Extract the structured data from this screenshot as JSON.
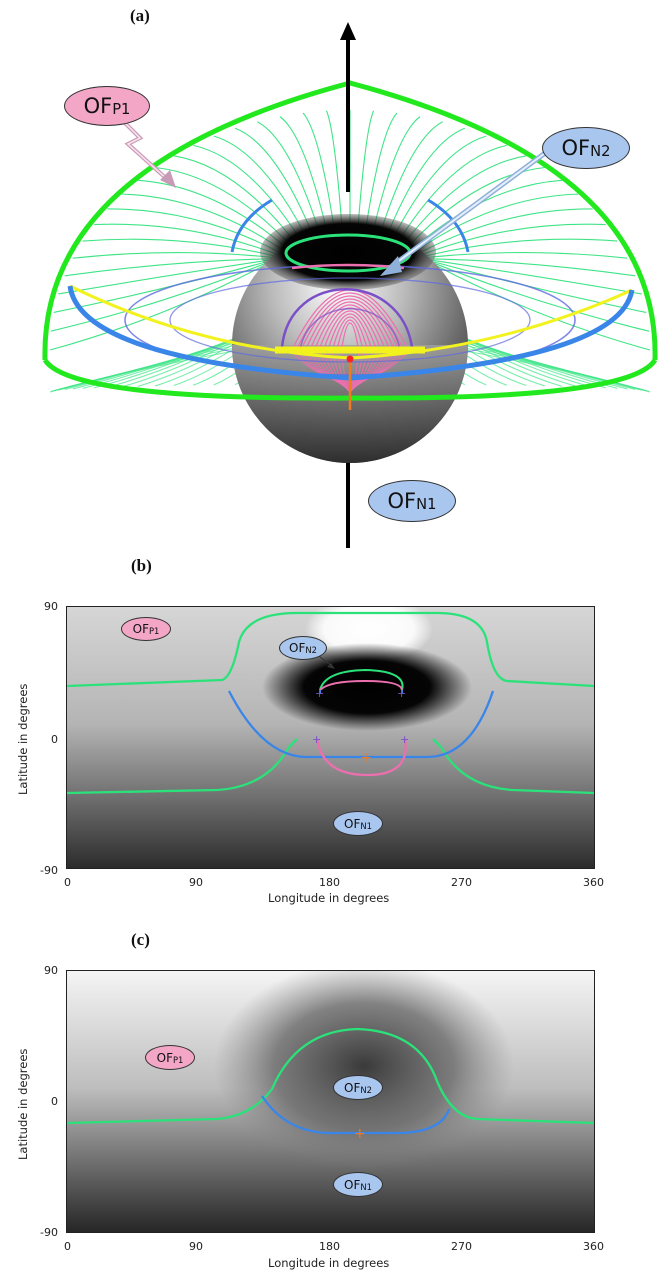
{
  "panels": {
    "a": {
      "label": "(a)"
    },
    "b": {
      "label": "(b)",
      "xlabel": "Longitude in degrees",
      "ylabel": "Latitude in degrees",
      "xticks": [
        "0",
        "90",
        "180",
        "270",
        "360"
      ],
      "yticks": [
        "90",
        "0",
        "-90"
      ]
    },
    "c": {
      "label": "(c)",
      "xlabel": "Longitude in degrees",
      "ylabel": "Latitude in degrees",
      "xticks": [
        "0",
        "90",
        "180",
        "270",
        "360"
      ],
      "yticks": [
        "90",
        "0",
        "-90"
      ]
    }
  },
  "labels": {
    "of": "OF",
    "p1": "P1",
    "n1": "N1",
    "n2": "N2"
  },
  "colors": {
    "green": "#2be27a",
    "bright_green": "#22e81e",
    "blue": "#3a86e8",
    "pink": "#ec6fb0",
    "yellow": "#f2f21e",
    "orange": "#f07a1e",
    "purple": "#7a4fc8",
    "axis": "#000000"
  }
}
